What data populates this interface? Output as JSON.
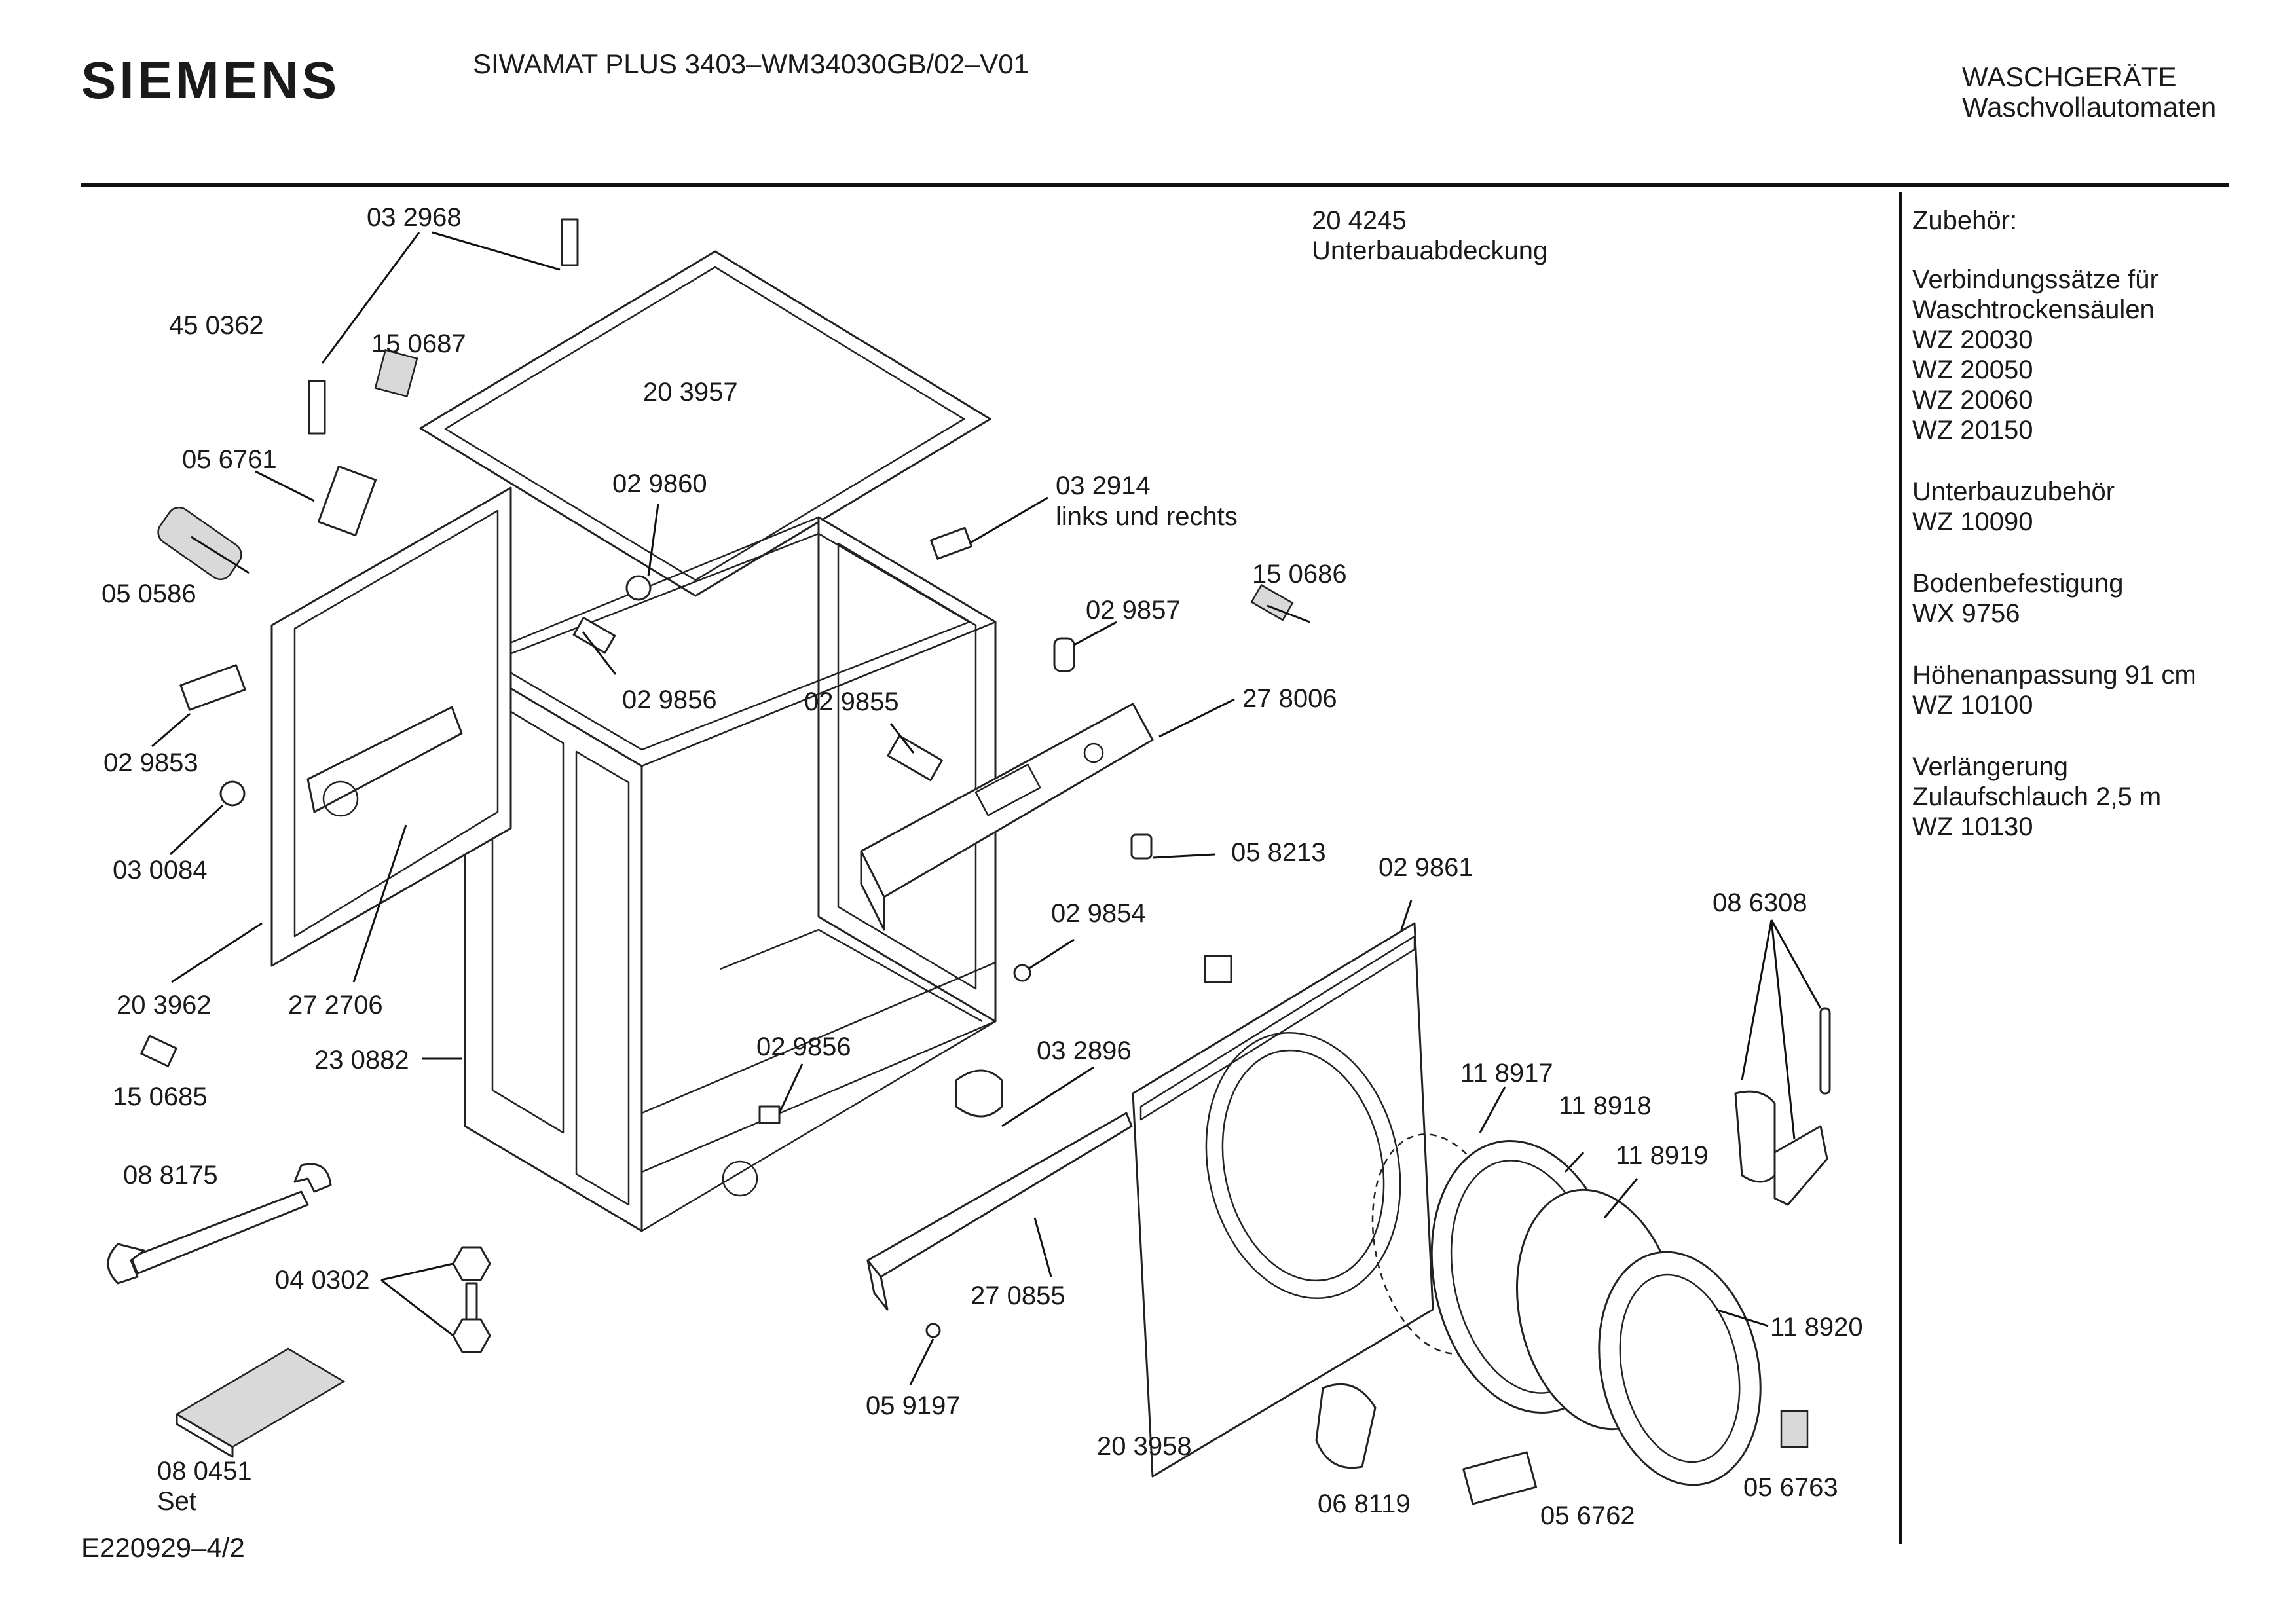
{
  "header": {
    "brand": "SIEMENS",
    "model": "SIWAMAT PLUS 3403–WM34030GB/02–V01",
    "category_line1": "WASCHGERÄTE",
    "category_line2": "Waschvollautomaten"
  },
  "footer": {
    "drawing_id": "E220929–4/2"
  },
  "accessories": {
    "title": "Zubehör:",
    "groups": [
      {
        "lines": [
          "Verbindungssätze für",
          "Waschtrockensäulen",
          "WZ 20030",
          "WZ 20050",
          "WZ 20060",
          "WZ 20150"
        ]
      },
      {
        "lines": [
          "Unterbauzubehör",
          "WZ 10090"
        ]
      },
      {
        "lines": [
          "Bodenbefestigung",
          "WX 9756"
        ]
      },
      {
        "lines": [
          "Höhenanpassung 91 cm",
          "WZ 10100"
        ]
      },
      {
        "lines": [
          "Verlängerung",
          "Zulaufschlauch 2,5 m",
          "WZ 10130"
        ]
      }
    ]
  },
  "parts": {
    "p032968": "03 2968",
    "p450362": "45 0362",
    "p150687": "15 0687",
    "p203957": "20 3957",
    "p204245": "20 4245",
    "p204245_note": "Unterbauabdeckung",
    "p056761": "05 6761",
    "p050586": "05 0586",
    "p029860": "02 9860",
    "p032914": "03 2914",
    "p032914_note": "links und rechts",
    "p150686": "15 0686",
    "p029857": "02 9857",
    "p029856a": "02 9856",
    "p029855": "02 9855",
    "p278006": "27 8006",
    "p029853": "02 9853",
    "p030084": "03 0084",
    "p058213": "05 8213",
    "p029861": "02 9861",
    "p029854": "02 9854",
    "p086308": "08 6308",
    "p203962": "20 3962",
    "p272706": "27 2706",
    "p150685": "15 0685",
    "p230882": "23 0882",
    "p029856b": "02 9856",
    "p032896": "03 2896",
    "p118917": "11 8917",
    "p118918": "11 8918",
    "p118919": "11 8919",
    "p088175": "08 8175",
    "p040302": "04 0302",
    "p270855": "27 0855",
    "p118920": "11 8920",
    "p080451": "08  0451",
    "p080451_note": "Set",
    "p059197": "05 9197",
    "p203958": "20 3958",
    "p068119": "06 8119",
    "p056762": "05 6762",
    "p056763": "05 6763"
  }
}
